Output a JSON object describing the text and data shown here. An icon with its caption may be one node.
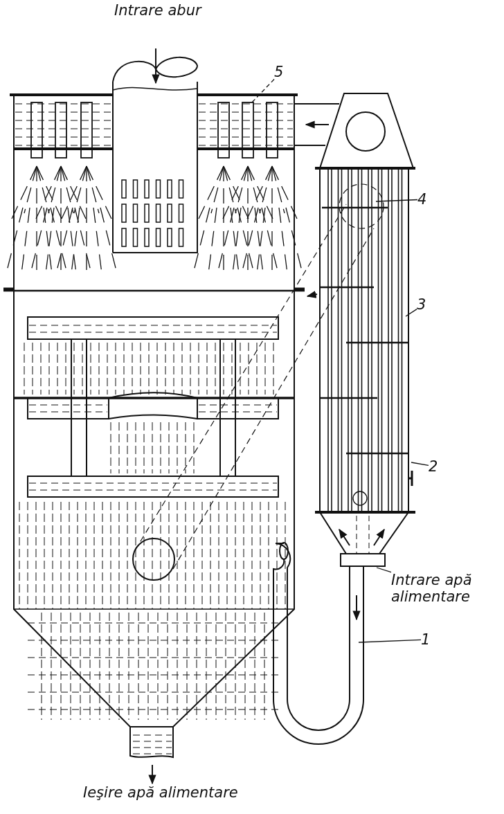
{
  "diagram": {
    "nodes": [
      {
        "text": [
          "5"
        ]
      },
      {
        "text": [
          "4"
        ]
      },
      {
        "text": [
          "3"
        ]
      },
      {
        "text": [
          "2"
        ]
      },
      {
        "text": [
          "Intrare apă alimentare"
        ]
      },
      {
        "text": [
          "1"
        ]
      }
    ],
    "edges": [
      {
        "from": 0,
        "to": null,
        "arrow": "none",
        "style": "dashed"
      },
      {
        "from": 1,
        "to": null,
        "arrow": "none"
      },
      {
        "from": 2,
        "to": null,
        "arrow": "none"
      },
      {
        "from": 3,
        "to": null,
        "arrow": "none"
      },
      {
        "from": 4,
        "to": null,
        "arrow": "none"
      },
      {
        "from": 5,
        "to": null,
        "arrow": "none"
      }
    ],
    "labels": [
      "Intrare abur",
      "Ieşire apă alimentare"
    ]
  }
}
